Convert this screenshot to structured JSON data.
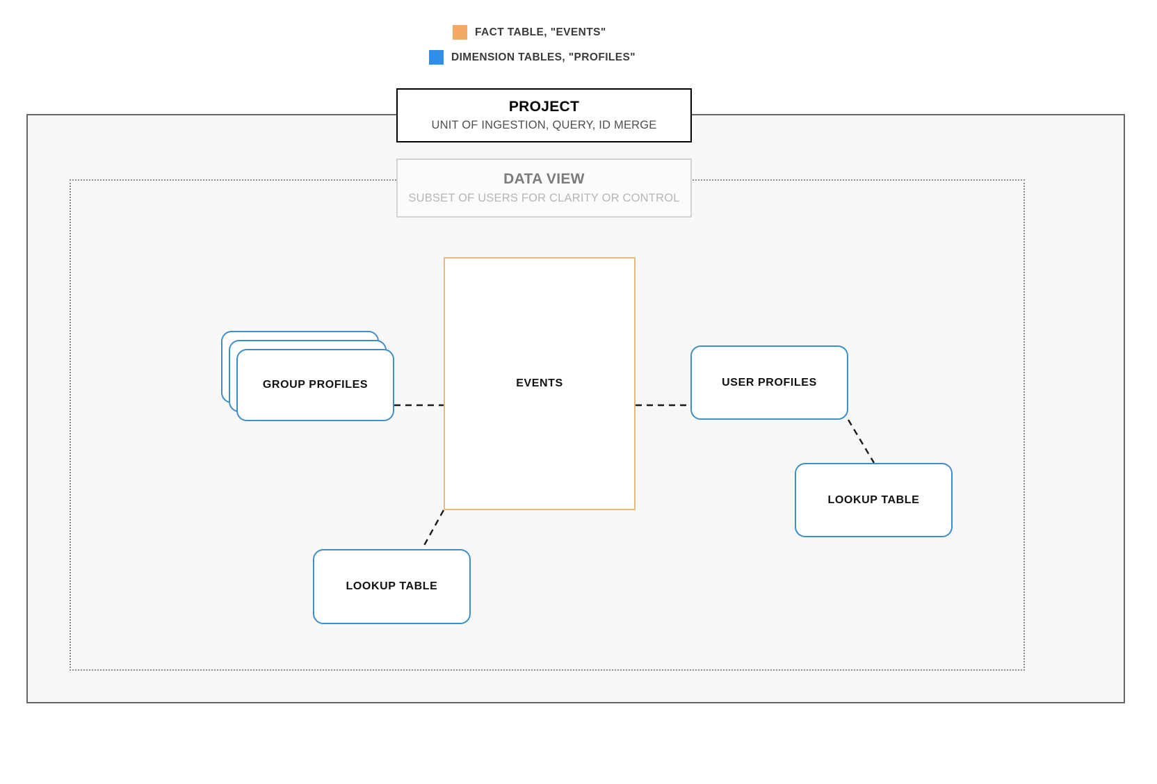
{
  "legend": {
    "items": [
      {
        "label": "FACT TABLE, \"EVENTS\"",
        "color": "#f4a962",
        "icon": "square-swatch-icon"
      },
      {
        "label": "DIMENSION TABLES, \"PROFILES\"",
        "color": "#2f8fe8",
        "icon": "square-swatch-icon"
      }
    ]
  },
  "project": {
    "title": "PROJECT",
    "subtitle": "UNIT OF INGESTION, QUERY, ID MERGE",
    "border_color": "#000000"
  },
  "data_view": {
    "title": "DATA VIEW",
    "subtitle": "SUBSET OF USERS FOR CLARITY OR CONTROL",
    "border_color": "#d3d3d3"
  },
  "nodes": {
    "events": {
      "label": "EVENTS",
      "color": "#e9b97a",
      "kind": "fact-table"
    },
    "group_profiles": {
      "label": "GROUP PROFILES",
      "color": "#3e8fc6",
      "kind": "dimension-table-stack"
    },
    "user_profiles": {
      "label": "USER PROFILES",
      "color": "#3e8fc6",
      "kind": "dimension-table"
    },
    "lookup_table_left": {
      "label": "LOOKUP TABLE",
      "color": "#3e8fc6",
      "kind": "dimension-table"
    },
    "lookup_table_right": {
      "label": "LOOKUP TABLE",
      "color": "#3e8fc6",
      "kind": "dimension-table"
    }
  },
  "connectors": {
    "style": "dashed",
    "color": "#1a1a1a",
    "edges": [
      {
        "from": "group_profiles",
        "to": "events"
      },
      {
        "from": "events",
        "to": "user_profiles"
      },
      {
        "from": "events",
        "to": "lookup_table_left"
      },
      {
        "from": "user_profiles",
        "to": "lookup_table_right"
      }
    ]
  }
}
